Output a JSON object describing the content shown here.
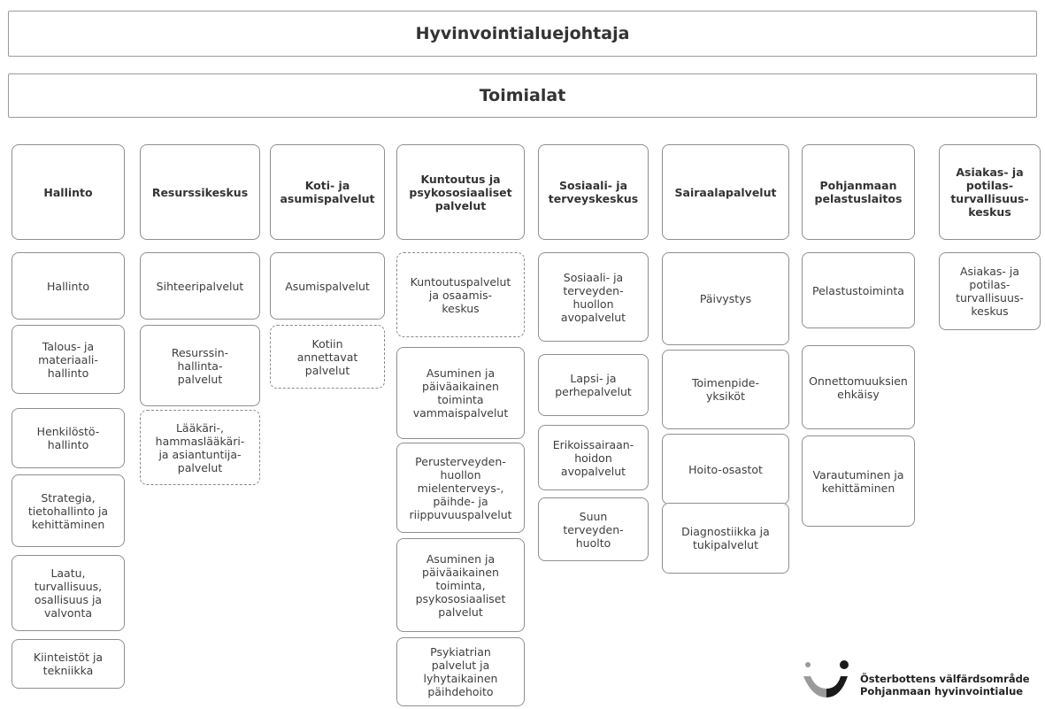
{
  "header": {
    "title": "Hyvinvointialuejohtaja"
  },
  "subheader": {
    "title": "Toimialat"
  },
  "columns": [
    {
      "heading": "Hallinto",
      "items": [
        {
          "label": "Hallinto"
        },
        {
          "label": "Talous- ja\nmateriaali-\nhallinto"
        },
        {
          "label": "Henkilöstö-\nhallinto"
        },
        {
          "label": "Strategia,\ntietohallinto ja\nkehittäminen"
        },
        {
          "label": "Laatu,\nturvallisuus,\nosallisuus ja\nvalvonta"
        },
        {
          "label": "Kiinteistöt ja\ntekniikka"
        }
      ]
    },
    {
      "heading": "Resurssikeskus",
      "items": [
        {
          "label": "Sihteeripalvelut"
        },
        {
          "label": "Resurssin-\nhallinta-\npalvelut"
        },
        {
          "label": "Lääkäri-,\nhammaslääkäri-\nja asiantuntija-\npalvelut"
        }
      ]
    },
    {
      "heading": "Koti- ja\nasumispalvelut",
      "items": [
        {
          "label": "Asumispalvelut"
        },
        {
          "label": "Kotiin\nannettavat\npalvelut"
        }
      ]
    },
    {
      "heading": "Kuntoutus ja\npsykososiaaliset\npalvelut",
      "items": [
        {
          "label": "Kuntoutuspalvelut\nja osaamis-\nkeskus"
        },
        {
          "label": "Asuminen ja\npäiväaikainen\ntoiminta\nvammaispalvelut"
        },
        {
          "label": "Perusterveyden-\nhuollon\nmielenterveys-,\npäihde- ja\nriippuvuuspalvelut"
        },
        {
          "label": "Asuminen ja\npäiväaikainen\ntoiminta,\npsykososiaaliset\npalvelut"
        },
        {
          "label": "Psykiatrian\npalvelut ja\nlyhytaikainen\npäihdehoito"
        }
      ]
    },
    {
      "heading": "Sosiaali- ja\nterveyskeskus",
      "items": [
        {
          "label": "Sosiaali- ja\nterveyden-\nhuollon\navopalvelut"
        },
        {
          "label": "Lapsi- ja\nperhepalvelut"
        },
        {
          "label": "Erikoissairaan-\nhoidon\navopalvelut"
        },
        {
          "label": "Suun\nterveyden-\nhuolto"
        }
      ]
    },
    {
      "heading": "Sairaalapalvelut",
      "items": [
        {
          "label": "Päivystys"
        },
        {
          "label": "Toimenpide-\nyksiköt"
        },
        {
          "label": "Hoito-osastot"
        },
        {
          "label": "Diagnostiikka ja\ntukipalvelut"
        }
      ]
    },
    {
      "heading": "Pohjanmaan\npelastuslaitos",
      "items": [
        {
          "label": "Pelastustoiminta"
        },
        {
          "label": "Onnettomuuksien\nehkäisy"
        },
        {
          "label": "Varautuminen ja\nkehittäminen"
        }
      ]
    },
    {
      "heading": "Asiakas- ja\npotilas-\nturvallisuus-\nkeskus",
      "items": [
        {
          "label": "Asiakas- ja\npotilas-\nturvallisuus-\nkeskus"
        }
      ]
    }
  ],
  "logo": {
    "line1": "Österbottens välfärdsområde",
    "line2": "Pohjanmaan hyvinvointialue",
    "colors": {
      "dark": "#1a1a1a",
      "light": "#9a9a9a"
    }
  }
}
